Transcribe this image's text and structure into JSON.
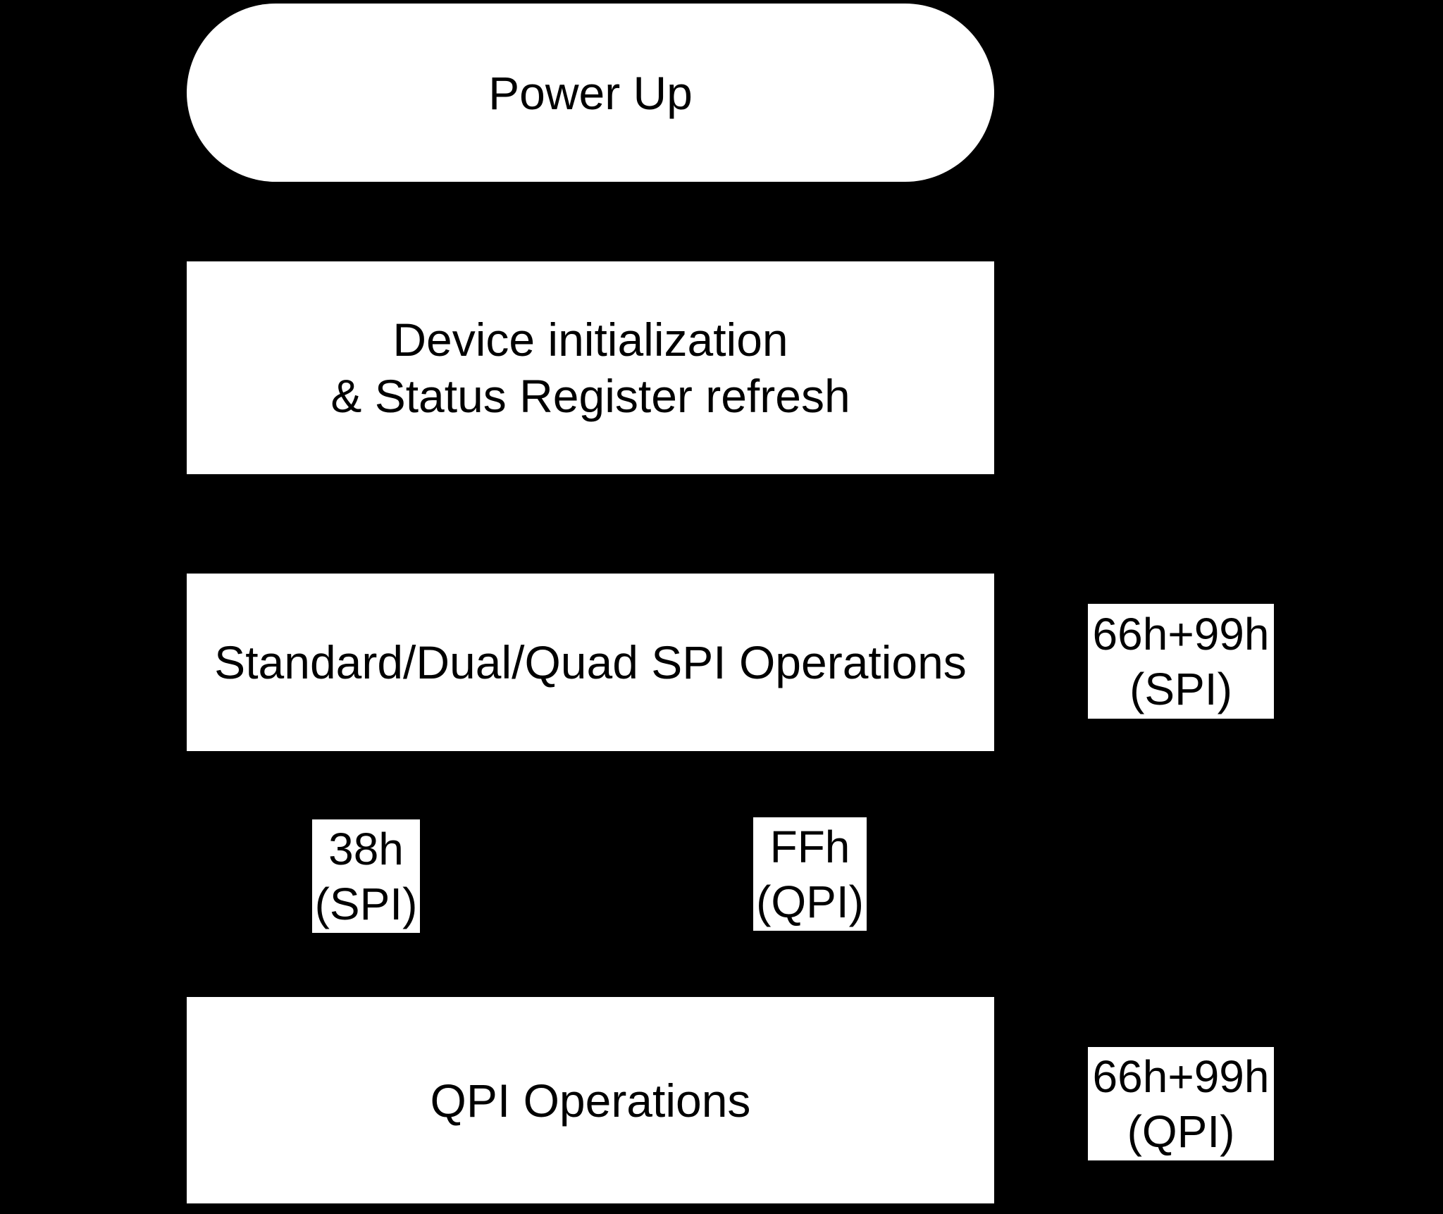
{
  "colors": {
    "background": "#000000",
    "box_fill": "#ffffff",
    "text": "#000000"
  },
  "nodes": {
    "power_up": "Power Up",
    "init_line1": "Device initialization",
    "init_line2": "& Status Register refresh",
    "spi_ops": "Standard/Dual/Quad SPI Operations",
    "qpi_ops": "QPI Operations"
  },
  "labels": {
    "reset_spi_line1": "66h+99h",
    "reset_spi_line2": "(SPI)",
    "enter_qpi_line1": "38h",
    "enter_qpi_line2": "(SPI)",
    "exit_qpi_line1": "FFh",
    "exit_qpi_line2": "(QPI)",
    "reset_qpi_line1": "66h+99h",
    "reset_qpi_line2": "(QPI)"
  }
}
